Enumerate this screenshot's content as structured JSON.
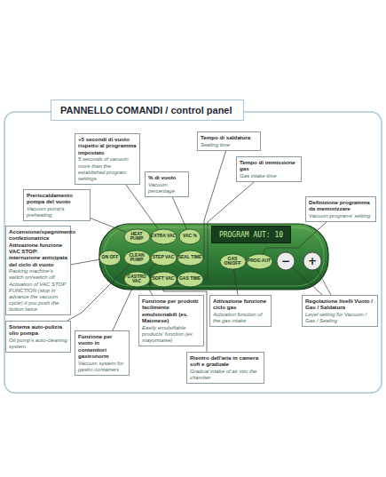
{
  "diagram": {
    "title": "PANNELLO COMANDI / control panel",
    "nodes": [
      {
        "text": [
          "Tempo di saldatura",
          "Sealing time"
        ]
      },
      {
        "text": [
          "+5 secondi di vuoto rispetto al programma impostato",
          "5 seconds of vacuum more than the established program settings"
        ]
      },
      {
        "text": [
          "% di vuoto",
          "Vacuum percentage"
        ]
      },
      {
        "text": [
          "Tempo di immissione gas",
          "Gas intake time"
        ]
      },
      {
        "text": [
          "Preriscaldamento pompa del vuoto",
          "Vacuum pump's preheating"
        ]
      },
      {
        "text": [
          "Definizione programma da memorizzare",
          "Vacuum programs' setting"
        ]
      },
      {
        "text": [
          "Accensione/spegnimento confezionatrice Attivazione funzione VAC STOP: interruzione anticipata del ciclo di vuoto",
          "Packing machine's switch on/switch off Activation of VAC STOP FUNCTION (stop in advance the vacuum cycle) it you push the button twice"
        ]
      },
      {
        "text": [
          "HEAT PUMP"
        ]
      },
      {
        "text": [
          "EXTRA VAC"
        ]
      },
      {
        "text": [
          "VAC %"
        ]
      },
      {
        "text": [
          "PROGRAM AUT: 10"
        ]
      },
      {
        "text": [
          "ON OFF"
        ]
      },
      {
        "text": [
          "CLEAN PUMP"
        ]
      },
      {
        "text": [
          "STEP VAC"
        ]
      },
      {
        "text": [
          "SEAL TIME"
        ]
      },
      {
        "text": [
          "GAS ON/OFF"
        ]
      },
      {
        "text": [
          "PROG AUT"
        ]
      },
      {
        "text": [
          "−"
        ]
      },
      {
        "text": [
          "+"
        ]
      },
      {
        "text": [
          "GASTRO VAC"
        ]
      },
      {
        "text": [
          "SOFT VAC"
        ]
      },
      {
        "text": [
          "GAS TIME"
        ]
      },
      {
        "text": [
          "Attivazione funzione ciclo gas",
          "Activation function of the gas intake"
        ]
      },
      {
        "text": [
          "Regolazione livelli Vuoto / Gas / Saldatura",
          "Level setting for Vacuum / Gas / Sealing"
        ]
      },
      {
        "text": [
          "Funzione per prodotti facilmente emulsionabili (es. Maionese)",
          "Easily emulsifiable products' function (ex. mayonnaise)"
        ]
      },
      {
        "text": [
          "Sistema auto-pulizia olio pompa",
          "Oil pump's auto-cleaning system"
        ]
      },
      {
        "text": [
          "Rientro dell'aria in camera soft e graduale",
          "Gradual intake of air into the chamber"
        ]
      },
      {
        "text": [
          "Funzione per vuoto in contenitori gastronorm",
          "Vacuum system for gastro containers"
        ]
      }
    ],
    "edges": [
      {
        "from": 1,
        "to": 8,
        "arrow": "none"
      },
      {
        "from": 0,
        "to": 14,
        "arrow": "none"
      },
      {
        "from": 2,
        "to": 9,
        "arrow": "none"
      },
      {
        "from": 3,
        "to": 21,
        "arrow": "none"
      },
      {
        "from": 4,
        "to": 7,
        "arrow": "none"
      },
      {
        "from": 5,
        "to": 16,
        "arrow": "none"
      },
      {
        "from": 6,
        "to": 11,
        "arrow": "none"
      },
      {
        "from": 25,
        "to": 12,
        "arrow": "none"
      },
      {
        "from": 24,
        "to": 13,
        "arrow": "none"
      },
      {
        "from": 27,
        "to": 19,
        "arrow": "none"
      },
      {
        "from": 22,
        "to": 15,
        "arrow": "none"
      },
      {
        "from": 23,
        "to": 17,
        "arrow": "none"
      },
      {
        "from": 23,
        "to": 18,
        "arrow": "none"
      },
      {
        "from": 26,
        "to": 20,
        "arrow": "none"
      }
    ]
  }
}
